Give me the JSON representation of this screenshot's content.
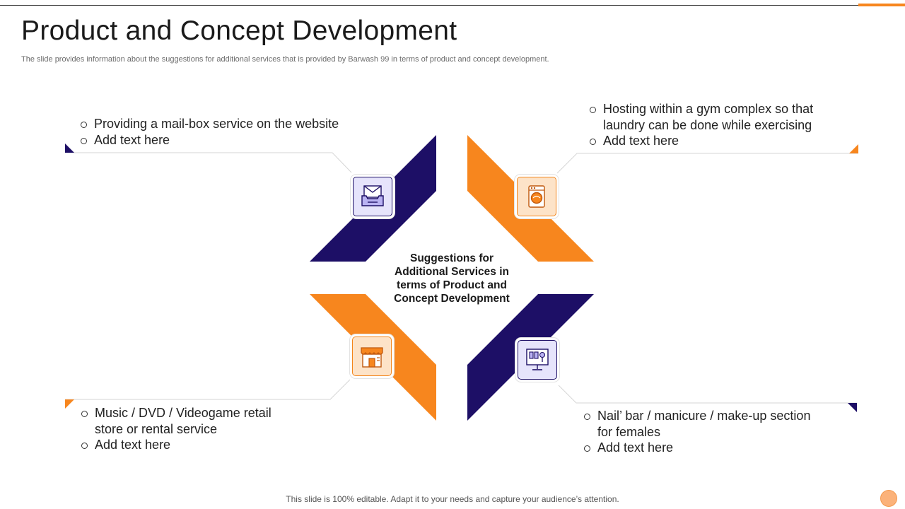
{
  "header": {
    "title": "Product and Concept Development",
    "subtitle": "The slide provides information about the suggestions for additional services that is provided by Barwash 99 in terms of product and concept development."
  },
  "diagram": {
    "center_label": "Suggestions for Additional Services in terms of Product and Concept Development",
    "quadrants": {
      "top_left": {
        "icon": "mailbox-icon",
        "bullets": [
          "Providing a mail-box service on the website",
          "Add text here"
        ]
      },
      "top_right": {
        "icon": "washing-machine-icon",
        "bullets": [
          "Hosting within a gym complex so that laundry can be done while exercising",
          "Add text here"
        ]
      },
      "bottom_left": {
        "icon": "store-icon",
        "bullets": [
          "Music / DVD / Videogame retail store or rental service",
          "Add text here"
        ]
      },
      "bottom_right": {
        "icon": "vanity-mirror-icon",
        "bullets": [
          "Nail’ bar / manicure / make-up section for females",
          "Add text here"
        ]
      }
    }
  },
  "footer": {
    "note": "This slide is 100% editable. Adapt it to your needs and capture your audience’s attention."
  },
  "colors": {
    "purple": "#1d0f66",
    "orange": "#f7861e",
    "purple_light": "#e6e4fb",
    "orange_light": "#fde3c8"
  }
}
